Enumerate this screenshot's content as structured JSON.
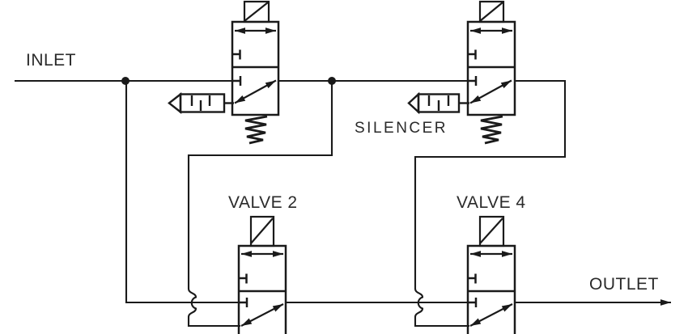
{
  "diagram": {
    "labels": {
      "inlet": "INLET",
      "silencer": "SILENCER",
      "valve2": "VALVE 2",
      "valve4": "VALVE 4",
      "outlet": "OUTLET"
    },
    "colors": {
      "line": "#1a1a1a",
      "text": "#2a2a2a",
      "background": "#ffffff"
    },
    "icons": {
      "solenoid": "solenoid-coil-icon",
      "spring": "spring-return-icon",
      "silencer": "silencer-muffler-icon",
      "junction": "junction-dot",
      "crossover": "line-jump",
      "flow": "flow-arrow"
    }
  }
}
